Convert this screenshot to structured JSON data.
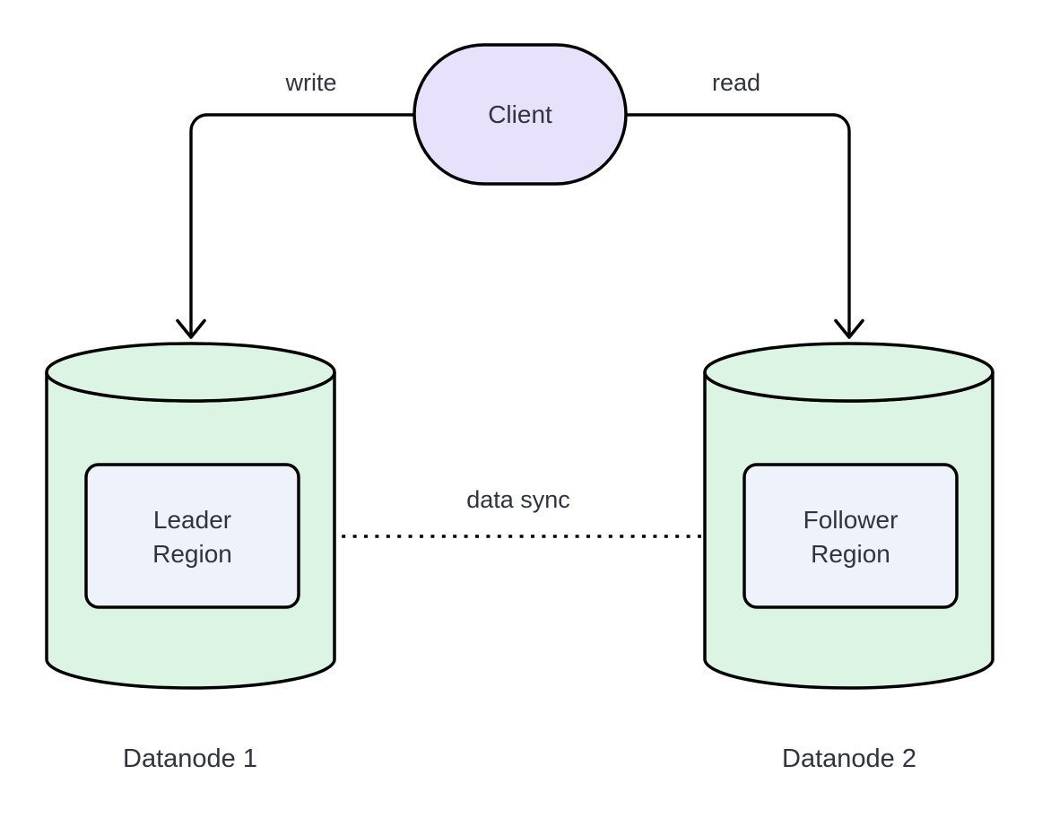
{
  "nodes": {
    "client": {
      "label": "Client"
    },
    "datanode1": {
      "caption": "Datanode 1",
      "region_line1": "Leader",
      "region_line2": "Region"
    },
    "datanode2": {
      "caption": "Datanode 2",
      "region_line1": "Follower",
      "region_line2": "Region"
    }
  },
  "edges": {
    "write_label": "write",
    "read_label": "read",
    "data_sync_label": "data sync"
  },
  "colors": {
    "client_fill": "#e7e1fb",
    "cylinder_fill": "#dcf4e4",
    "region_fill": "#eef2fa",
    "stroke": "#000000",
    "text": "#2f3440"
  }
}
